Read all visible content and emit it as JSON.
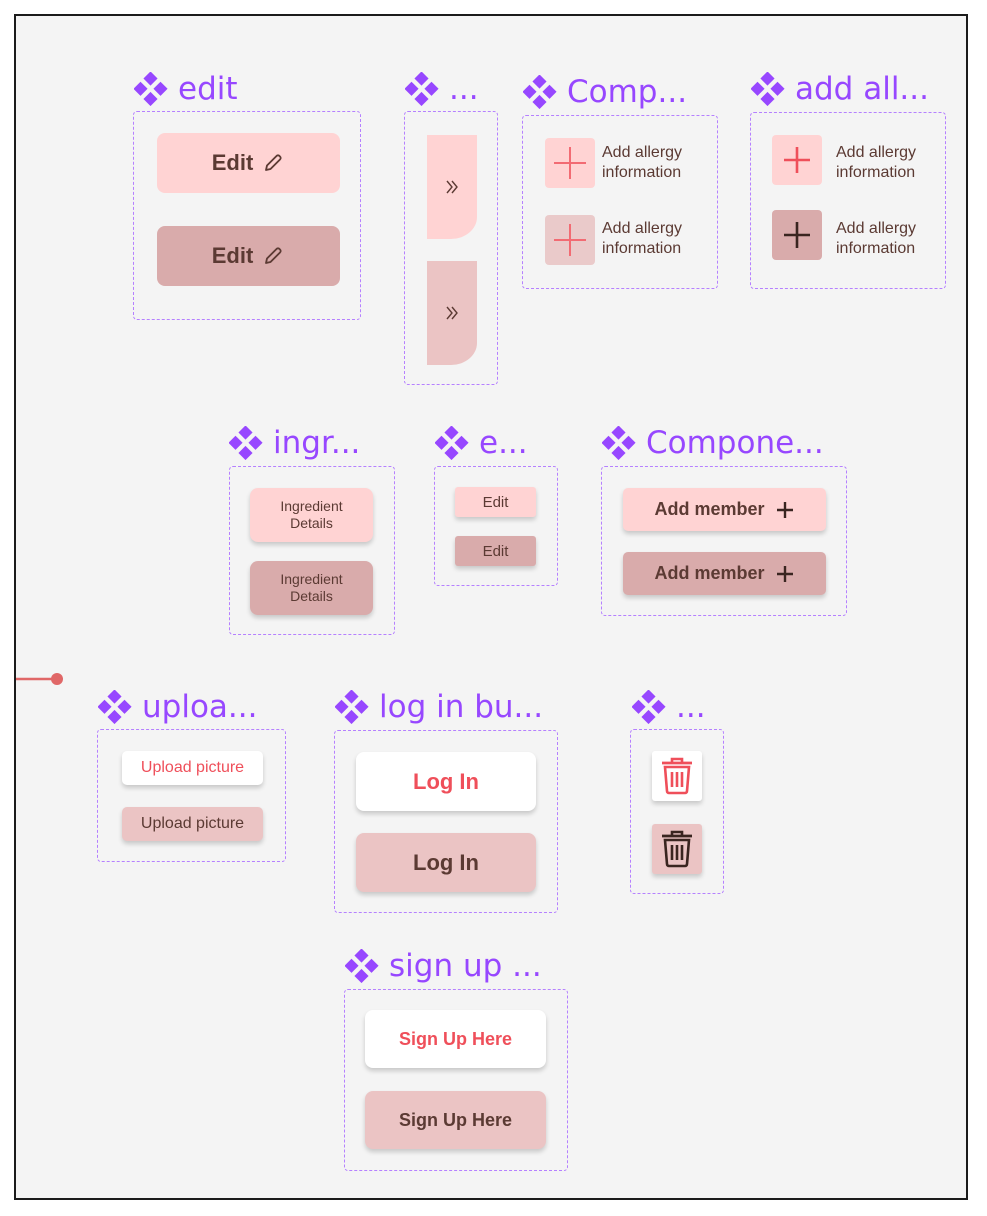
{
  "colors": {
    "accent": "#9747ff",
    "frame_border": "#b580ff",
    "canvas_bg": "#f4f4f4",
    "btn_light_pink": "#ffd3d3",
    "btn_dark_pink": "#d9abab",
    "btn_dusty_pink": "#ebc4c4",
    "text_brown": "#5b3a33",
    "text_red": "#ef4f5a",
    "connector": "#e06767"
  },
  "components": {
    "edit": {
      "title": "edit",
      "buttons": [
        "Edit",
        "Edit"
      ]
    },
    "chevron": {
      "title": "..."
    },
    "comp_allergy": {
      "title": "Comp...",
      "items": [
        "Add allergy information",
        "Add allergy information"
      ]
    },
    "add_allergy": {
      "title": "add all...",
      "items": [
        "Add allergy information",
        "Add allergy information"
      ]
    },
    "ingredient": {
      "title": "ingr...",
      "buttons": [
        "Ingredient Details",
        "Ingredient Details"
      ]
    },
    "small_edit": {
      "title": "e...",
      "buttons": [
        "Edit",
        "Edit"
      ]
    },
    "add_member": {
      "title": "Compone...",
      "buttons": [
        "Add member",
        "Add member"
      ]
    },
    "upload": {
      "title": "uploa...",
      "buttons": [
        "Upload picture",
        "Upload picture"
      ]
    },
    "login": {
      "title": "log in bu...",
      "buttons": [
        "Log In",
        "Log In"
      ]
    },
    "trash": {
      "title": "..."
    },
    "signup": {
      "title": "sign up ...",
      "buttons": [
        "Sign Up Here",
        "Sign Up Here"
      ]
    }
  },
  "icons": {
    "component": "component-diamond-icon",
    "pencil": "pencil-icon",
    "chevron": "chevron-double-right-icon",
    "plus": "plus-icon",
    "trash": "trash-icon"
  }
}
